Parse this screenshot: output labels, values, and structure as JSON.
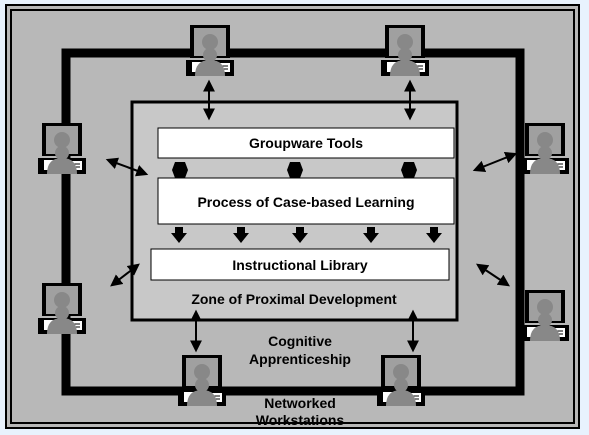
{
  "colors": {
    "page_background": "#e8f2fd",
    "outer_fill": "#b8b8b8",
    "zone_fill": "#c8c8c8",
    "box_fill": "#ffffff",
    "line": "#000000",
    "person": "#888888",
    "screen": "#a0a0a0"
  },
  "diagram": {
    "groupware_tools": "Groupware Tools",
    "process": "Process of Case-based Learning",
    "library": "Instructional Library",
    "zone": "Zone of Proximal Development",
    "cognitive_line1": "Cognitive",
    "cognitive_line2": "Apprenticeship",
    "networked_line1": "Networked",
    "networked_line2": "Workstations"
  },
  "icons": {
    "workstation": "workstation-person-icon",
    "connector": "bidirectional-arrow-icon",
    "flow": "down-arrow-icon"
  }
}
